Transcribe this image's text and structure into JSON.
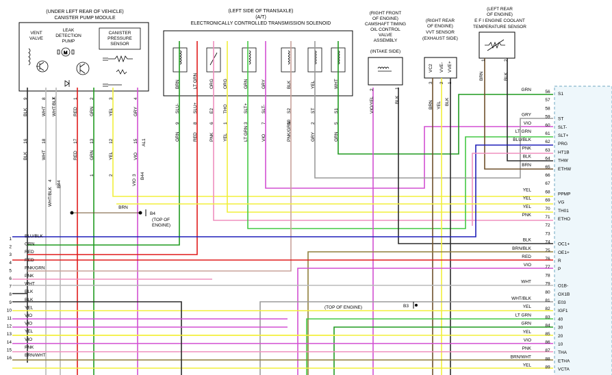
{
  "components": {
    "canister": {
      "title1": "(UNDER LEFT REAR OF VEHICLE)",
      "title2": "CANISTER PUMP MODULE",
      "vent_valve": [
        "VENT",
        "VALVE"
      ],
      "leak_pump": [
        "LEAK",
        "DETECTION",
        "PUMP"
      ],
      "pressure_sensor": [
        "CANISTER",
        "PRESSURE",
        "SENSOR"
      ]
    },
    "transaxle": {
      "title1": "(LEFT SIDE OF TRANSAXLE)",
      "title2": "(A/T)",
      "title3": "ELECTRONICALLY CONTROLLED TRANSMISSION SOLENOID"
    },
    "camshaft": {
      "lines": [
        "(RIGHT FRONT",
        "OF ENGINE)",
        "CAMSHAFT TIMING",
        "OIL CONTROL",
        "VALVE",
        "ASSEMBLY",
        "(INTAKE SIDE)"
      ]
    },
    "vvt": {
      "lines": [
        "(RIGHT REAR",
        "OF ENGINE)",
        "VVT SENSOR",
        "(EXHAUST SIDE)"
      ]
    },
    "coolant": {
      "lines": [
        "(LEFT REAR",
        "OF ENGINE)",
        "E F I ENGINE COOLANT",
        "TEMPERATURE SENSOR"
      ]
    }
  },
  "connector_labels": {
    "ca_wires": [
      "BLK",
      "WHT",
      "WHT/BLK",
      "RED",
      "GRN",
      "YEL",
      "GRY"
    ],
    "ca_pins": [
      "9",
      "8",
      "7",
      "1",
      "2",
      "3",
      "4"
    ],
    "ca_pins2": [
      "16",
      "18",
      "17",
      "13",
      "12",
      "15"
    ],
    "ca_wires2": [
      "BLK",
      "WHT",
      "RED",
      "GRN",
      "YEL",
      "VIO",
      "AL1"
    ],
    "ta_wires": [
      "BRN",
      "LT GRN",
      "ORG",
      "ORG",
      "GRN",
      "GRY",
      "BLK",
      "YEL",
      "WHT"
    ],
    "ta_sig": [
      "SLU-",
      "SLU+",
      "E2",
      "THO",
      "SLT+",
      "SLT-",
      "S2",
      "ST",
      "S1"
    ],
    "ta_pins": [
      "9",
      "8",
      "6",
      "1",
      "3",
      "7",
      "10",
      "2",
      "5"
    ],
    "ta_wires2": [
      "GRN",
      "RED",
      "PNK",
      "YEL",
      "LT GRN",
      "VIO",
      "PNK/GRN",
      "GRY",
      "GRN"
    ],
    "cam_wires": [
      "VIO/YEL",
      "BLK"
    ],
    "cam_pins": [
      "2",
      "1"
    ],
    "vvt_sig": [
      "VC2",
      "VVE-",
      "VVE+"
    ],
    "vvt_pins": [
      "3",
      "2",
      "1"
    ],
    "vvt_wires": [
      "BRN",
      "YEL",
      "BLK"
    ],
    "cool_wires": [
      "BRN",
      "BLK"
    ],
    "cool_pins": [
      "1",
      "2"
    ],
    "b44_a": "WHT/BLK",
    "b44_a_pin": "4",
    "b44_b": "VIO",
    "b44_b_pin": "3",
    "b44": "B44",
    "grn_pin": "1",
    "yel_pin": "2"
  },
  "splices": {
    "b4_wire": "BRN",
    "b4_label": "B4",
    "b4_note": [
      "(TOP OF",
      "ENGINE)"
    ],
    "b3_note": "(TOP OF ENGINE)",
    "b3_label": "B3"
  },
  "left_wires": [
    {
      "num": "1",
      "label": "BLU/BLK"
    },
    {
      "num": "2",
      "label": "GRN"
    },
    {
      "num": "3",
      "label": "RED"
    },
    {
      "num": "4",
      "label": "RED"
    },
    {
      "num": "5",
      "label": "PNK/GRN"
    },
    {
      "num": "6",
      "label": "PNK"
    },
    {
      "num": "7",
      "label": "WHT"
    },
    {
      "num": "8",
      "label": "BLK"
    },
    {
      "num": "9",
      "label": "BLK"
    },
    {
      "num": "10",
      "label": "YEL"
    },
    {
      "num": "11",
      "label": "VIO"
    },
    {
      "num": "12",
      "label": "VIO"
    },
    {
      "num": "13",
      "label": "YEL"
    },
    {
      "num": "14",
      "label": "VIO"
    },
    {
      "num": "15",
      "label": "PNK"
    },
    {
      "num": "16",
      "label": "BRN/WHT"
    }
  ],
  "ecm_pins": [
    {
      "num": "56",
      "wire": "GRN",
      "sig": "S1"
    },
    {
      "num": "57",
      "wire": "",
      "sig": ""
    },
    {
      "num": "58",
      "wire": "",
      "sig": ""
    },
    {
      "num": "59",
      "wire": "GRY",
      "sig": "ST"
    },
    {
      "num": "60",
      "wire": "VIO",
      "sig": "SLT-"
    },
    {
      "num": "61",
      "wire": "LT GRN",
      "sig": "SLT+"
    },
    {
      "num": "62",
      "wire": "BLU/BLK",
      "sig": "PRG"
    },
    {
      "num": "63",
      "wire": "PNK",
      "sig": "HT1B"
    },
    {
      "num": "64",
      "wire": "BLK",
      "sig": "THW"
    },
    {
      "num": "65",
      "wire": "BRN",
      "sig": "ETHW"
    },
    {
      "num": "66",
      "wire": "",
      "sig": ""
    },
    {
      "num": "67",
      "wire": "",
      "sig": ""
    },
    {
      "num": "68",
      "wire": "YEL",
      "sig": "PPMP"
    },
    {
      "num": "69",
      "wire": "YEL",
      "sig": "VG"
    },
    {
      "num": "70",
      "wire": "YEL",
      "sig": "TH01"
    },
    {
      "num": "71",
      "wire": "PNK",
      "sig": "ETHO"
    },
    {
      "num": "72",
      "wire": "",
      "sig": ""
    },
    {
      "num": "73",
      "wire": "",
      "sig": ""
    },
    {
      "num": "74",
      "wire": "BLK",
      "sig": "OC1+"
    },
    {
      "num": "75",
      "wire": "BRN/BLK",
      "sig": "OE1+"
    },
    {
      "num": "76",
      "wire": "RED",
      "sig": "R"
    },
    {
      "num": "77",
      "wire": "VIO",
      "sig": "P"
    },
    {
      "num": "78",
      "wire": "",
      "sig": ""
    },
    {
      "num": "79",
      "wire": "WHT",
      "sig": "O1B-"
    },
    {
      "num": "80",
      "wire": "",
      "sig": "OX1B"
    },
    {
      "num": "81",
      "wire": "WHT/BLK",
      "sig": "E03"
    },
    {
      "num": "82",
      "wire": "YEL",
      "sig": "IGF1"
    },
    {
      "num": "83",
      "wire": "LT GRN",
      "sig": "40"
    },
    {
      "num": "84",
      "wire": "GRN",
      "sig": "30"
    },
    {
      "num": "85",
      "wire": "YEL",
      "sig": "20"
    },
    {
      "num": "86",
      "wire": "VIO",
      "sig": "10"
    },
    {
      "num": "87",
      "wire": "PNK",
      "sig": "THA"
    },
    {
      "num": "88",
      "wire": "BRN/WHT",
      "sig": "ETHA"
    },
    {
      "num": "89",
      "wire": "YEL",
      "sig": "VCTA"
    }
  ],
  "colors": {
    "BLK": "#2b2b2b",
    "WHT": "#b8b8b8",
    "RED": "#e01a1a",
    "GRN": "#1f9a1f",
    "LTGRN": "#43c843",
    "YEL": "#f2ef3a",
    "GRY": "#9a9a9a",
    "VIO": "#d24fd2",
    "PNK": "#ef8fbe",
    "BRN": "#6d4f2a",
    "ORG": "#f08a1e",
    "BLU": "#1d1db8",
    "TEAL": "#58b8c8",
    "OLIVE": "#8f7f3a"
  }
}
